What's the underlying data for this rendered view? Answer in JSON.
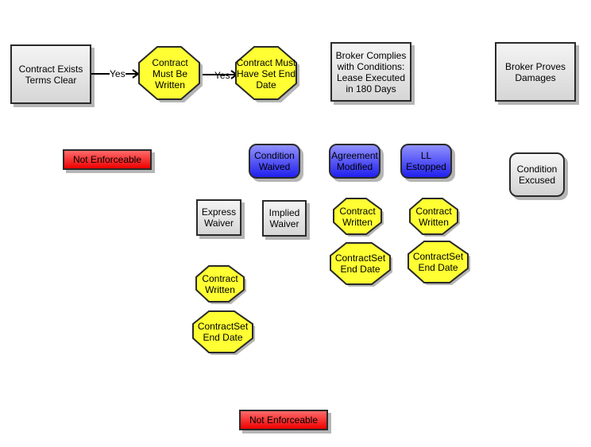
{
  "diagram": {
    "nodes": {
      "contract_exists": "Contract Exists Terms Clear",
      "must_be_written": "Contract Must Be Written",
      "set_end_date": "Contract Must Have Set End Date",
      "broker_complies": "Broker Complies with Conditions: Lease Executed in 180 Days",
      "broker_proves": "Broker Proves Damages",
      "not_enforceable_1": "Not Enforceable",
      "condition_waived": "Condition Waived",
      "agreement_modified": "Agreement Modified",
      "ll_estopped": "LL Estopped",
      "condition_excused": "Condition Excused",
      "express_waiver": "Express Waiver",
      "implied_waiver": "Implied Waiver",
      "contract_written_a": "Contract Written",
      "contract_set_end_a": "ContractSet End Date",
      "contract_written_b": "Contract Written",
      "contract_set_end_b": "ContractSet End Date",
      "contract_written_c": "Contract Written",
      "contract_set_end_c": "ContractSet End Date",
      "not_enforceable_2": "Not Enforceable"
    },
    "edges": [
      {
        "from": "contract_exists",
        "to": "must_be_written",
        "label": "Yes"
      },
      {
        "from": "must_be_written",
        "to": "set_end_date",
        "label": "Yes"
      }
    ],
    "colors": {
      "octagon_fill": "#ffff33",
      "blue_fill": "#3333ff",
      "red_fill": "#ff2222",
      "gray_fill": "#e0e0e0",
      "outline": "#2a2a2a"
    }
  }
}
